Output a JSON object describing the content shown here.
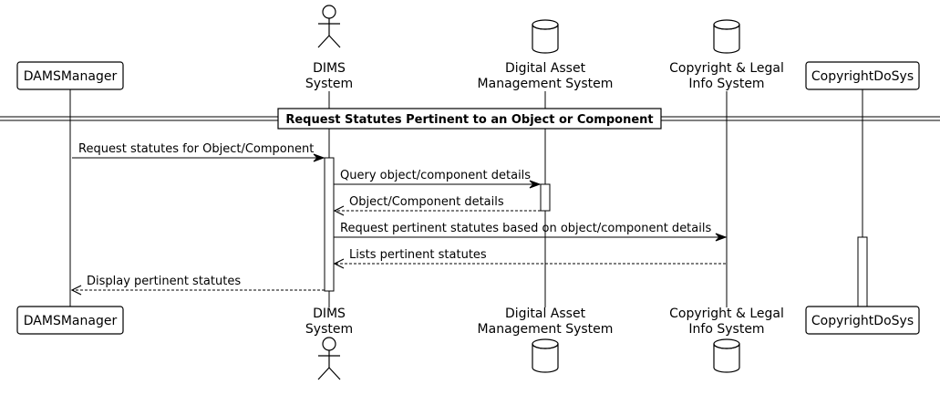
{
  "diagram": {
    "type": "sequence",
    "divider_title": "Request Statutes Pertinent to an Object or Component",
    "participants": [
      {
        "id": "dams",
        "kind": "box",
        "lines": [
          "DAMSManager"
        ]
      },
      {
        "id": "dims",
        "kind": "actor",
        "lines": [
          "DIMS",
          "System"
        ]
      },
      {
        "id": "dam",
        "kind": "database",
        "lines": [
          "Digital Asset",
          "Management System"
        ]
      },
      {
        "id": "cli",
        "kind": "database",
        "lines": [
          "Copyright & Legal",
          "Info System"
        ]
      },
      {
        "id": "cds",
        "kind": "box",
        "lines": [
          "CopyrightDoSys"
        ]
      }
    ],
    "messages": [
      {
        "from": "dams",
        "to": "dims",
        "label": "Request statutes for Object/Component",
        "style": "solid"
      },
      {
        "from": "dims",
        "to": "dam",
        "label": "Query object/component details",
        "style": "solid"
      },
      {
        "from": "dam",
        "to": "dims",
        "label": "Object/Component details",
        "style": "dashed"
      },
      {
        "from": "dims",
        "to": "cli",
        "label": "Request pertinent statutes based on object/component details",
        "style": "solid"
      },
      {
        "from": "cli",
        "to": "dims",
        "label": "Lists pertinent statutes",
        "style": "dashed"
      },
      {
        "from": "dims",
        "to": "dams",
        "label": "Display pertinent statutes",
        "style": "dashed"
      }
    ]
  }
}
